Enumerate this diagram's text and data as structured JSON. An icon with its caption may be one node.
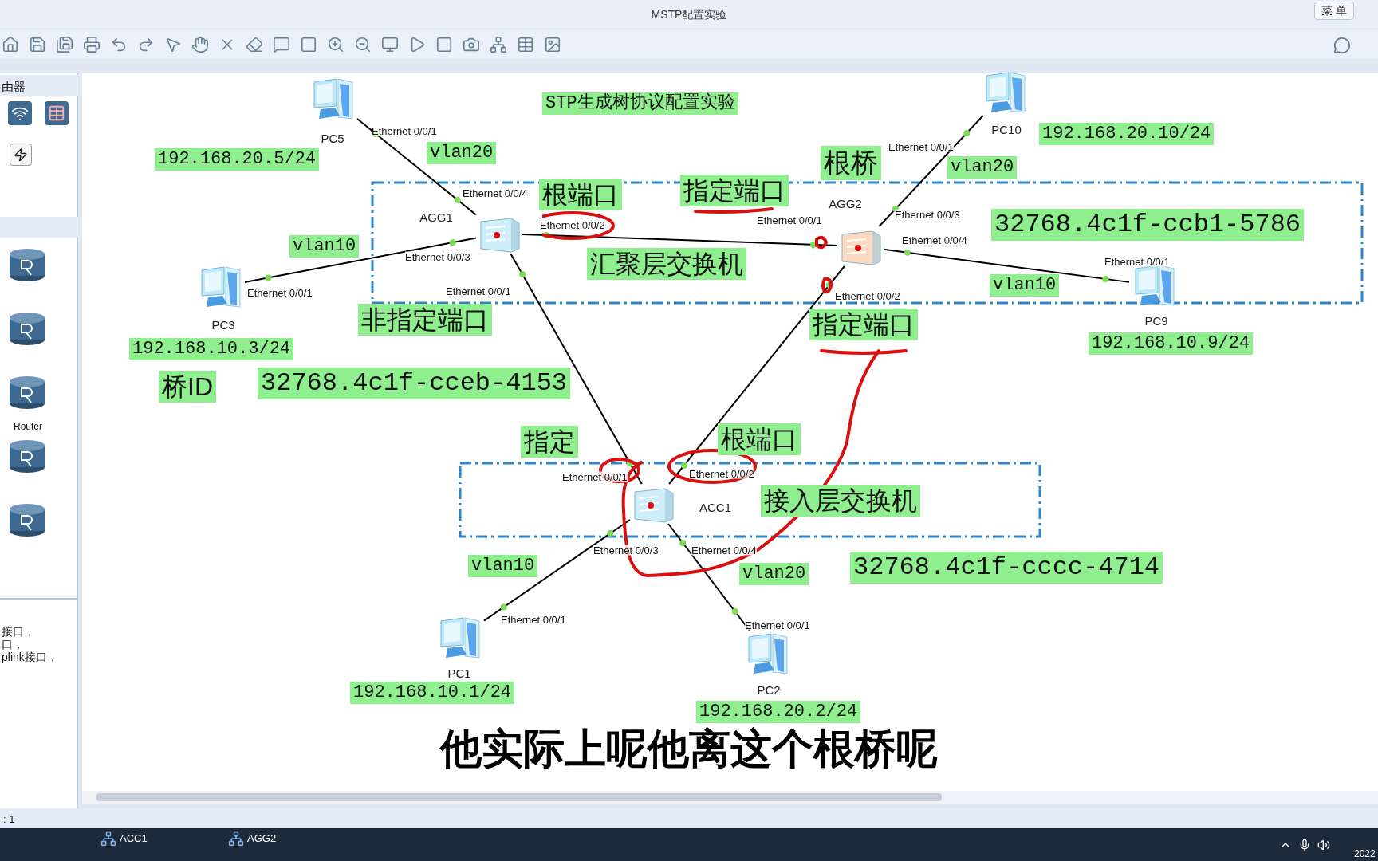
{
  "diagram": {
    "title": "STP生成树协议配置实验",
    "caption": "他实际上呢他离这个根桥呢",
    "nodes": [
      {
        "text": [
          "PC5"
        ],
        "beside": [
          "Ethernet 0/0/1",
          "192.168.20.5/24"
        ]
      },
      {
        "text": [
          "PC10"
        ],
        "beside": [
          "Ethernet 0/0/1",
          "192.168.20.10/24"
        ]
      },
      {
        "text": [
          "AGG1"
        ],
        "beside": [
          "Ethernet 0/0/4",
          "Ethernet 0/0/2",
          "Ethernet 0/0/3",
          "Ethernet 0/0/1"
        ]
      },
      {
        "text": [
          "AGG2"
        ],
        "beside": [
          "Ethernet 0/0/3",
          "Ethernet 0/0/1",
          "Ethernet 0/0/4",
          "Ethernet 0/0/2"
        ]
      },
      {
        "text": [
          "PC3"
        ],
        "beside": [
          "Ethernet 0/0/1",
          "192.168.10.3/24"
        ]
      },
      {
        "text": [
          "PC9"
        ],
        "beside": [
          "Ethernet 0/0/1",
          "192.168.10.9/24"
        ]
      },
      {
        "text": [
          "ACC1"
        ],
        "beside": [
          "Ethernet 0/0/1",
          "Ethernet 0/0/2",
          "Ethernet 0/0/3",
          "Ethernet 0/0/4"
        ]
      },
      {
        "text": [
          "PC1"
        ],
        "beside": [
          "Ethernet 0/0/1",
          "192.168.10.1/24"
        ]
      },
      {
        "text": [
          "PC2"
        ],
        "beside": [
          "Ethernet 0/0/1",
          "192.168.20.2/24"
        ]
      }
    ],
    "edges": [
      {
        "from": 0,
        "to": 2,
        "arrow": "none"
      },
      {
        "from": 1,
        "to": 3,
        "arrow": "none"
      },
      {
        "from": 4,
        "to": 2,
        "arrow": "none"
      },
      {
        "from": 2,
        "to": 3,
        "arrow": "none"
      },
      {
        "from": 3,
        "to": 5,
        "arrow": "none"
      },
      {
        "from": 2,
        "to": 6,
        "arrow": "none"
      },
      {
        "from": 3,
        "to": 6,
        "arrow": "none"
      },
      {
        "from": 6,
        "to": 7,
        "arrow": "none"
      },
      {
        "from": 6,
        "to": 8,
        "arrow": "none"
      }
    ],
    "labels": [
      "MSTP配置实验",
      "菜 单",
      "由器",
      "Router",
      "接口，",
      "口，",
      "plink接口，",
      "vlan20",
      "根桥",
      "vlan20",
      "指定端口",
      "根端口",
      "32768.4c1f-ccb1-5786",
      "vlan10",
      "汇聚层交换机",
      "vlan10",
      "非指定端口",
      "指定端口",
      "32768.4c1f-cceb-4153",
      "桥ID",
      "根端口",
      "指定",
      "接入层交换机",
      "32768.4c1f-cccc-4714",
      "vlan10",
      "vlan20",
      ": 1",
      "ACC1",
      "AGG2",
      "2022"
    ]
  }
}
